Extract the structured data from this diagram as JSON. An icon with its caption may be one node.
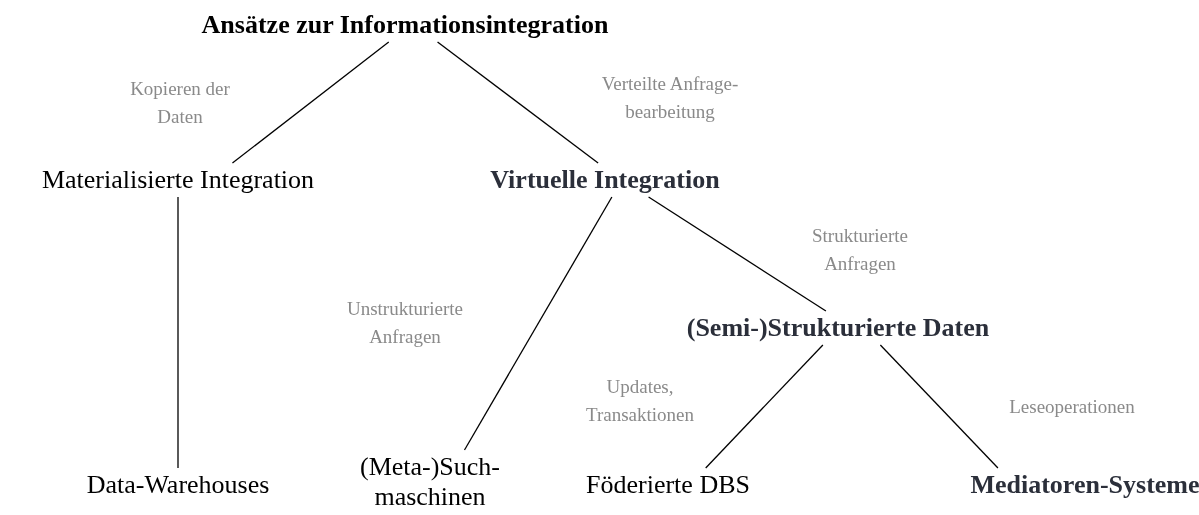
{
  "diagram": {
    "nodes": [
      {
        "text": [
          "Ansätze zur Informationsintegration"
        ]
      },
      {
        "text": [
          "Materialisierte Integration"
        ]
      },
      {
        "text": [
          "Virtuelle Integration"
        ]
      },
      {
        "text": [
          "Data-Warehouses"
        ]
      },
      {
        "text": [
          "(Meta-)Such- maschinen"
        ]
      },
      {
        "text": [
          "(Semi-)Strukturierte Daten"
        ]
      },
      {
        "text": [
          "Föderierte DBS"
        ]
      },
      {
        "text": [
          "Mediatoren-Systeme"
        ]
      }
    ],
    "edges": [
      {
        "from": 0,
        "to": 1,
        "arrow": "none",
        "label": "Kopieren der Daten"
      },
      {
        "from": 0,
        "to": 2,
        "arrow": "none",
        "label": "Verteilte Anfrage- bearbeitung"
      },
      {
        "from": 1,
        "to": 3,
        "arrow": "none"
      },
      {
        "from": 2,
        "to": 4,
        "arrow": "none",
        "label": "Unstrukturierte Anfragen"
      },
      {
        "from": 2,
        "to": 5,
        "arrow": "none",
        "label": "Strukturierte Anfragen"
      },
      {
        "from": 5,
        "to": 6,
        "arrow": "none",
        "label": "Updates, Transaktionen"
      },
      {
        "from": 5,
        "to": 7,
        "arrow": "none",
        "label": "Leseoperationen"
      }
    ]
  }
}
